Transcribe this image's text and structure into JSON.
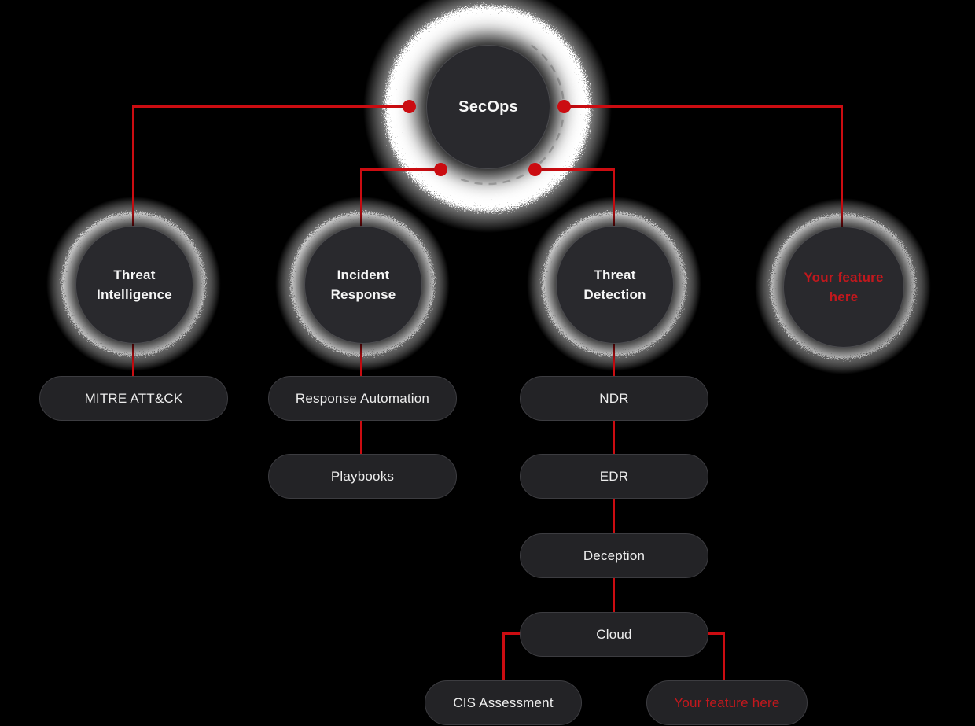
{
  "canvas": {
    "background": "#000000"
  },
  "palette": {
    "connector_red": "#cb0c11",
    "highlight_text_red": "#c2181d",
    "circle_fill": "#29292d",
    "pill_fill": "#232326",
    "halo_white": "#ffffff",
    "label_white": "#f6f6f6"
  },
  "root": {
    "label": "SecOps"
  },
  "branches": {
    "threat_intelligence": {
      "label": "Threat\nIntelligence",
      "children": {
        "mitre_attack": {
          "label": "MITRE ATT&CK"
        }
      }
    },
    "incident_response": {
      "label": "Incident\nResponse",
      "children": {
        "response_automation": {
          "label": "Response Automation"
        },
        "playbooks": {
          "label": "Playbooks"
        }
      }
    },
    "threat_detection": {
      "label": "Threat\nDetection",
      "children": {
        "ndr": {
          "label": "NDR"
        },
        "edr": {
          "label": "EDR"
        },
        "deception": {
          "label": "Deception"
        },
        "cloud": {
          "label": "Cloud",
          "children": {
            "cis_assessment": {
              "label": "CIS Assessment"
            },
            "your_feature_pill": {
              "label": "Your feature here",
              "highlighted": true
            }
          }
        }
      }
    },
    "your_feature_circle": {
      "label": "Your feature\nhere",
      "highlighted": true
    }
  }
}
